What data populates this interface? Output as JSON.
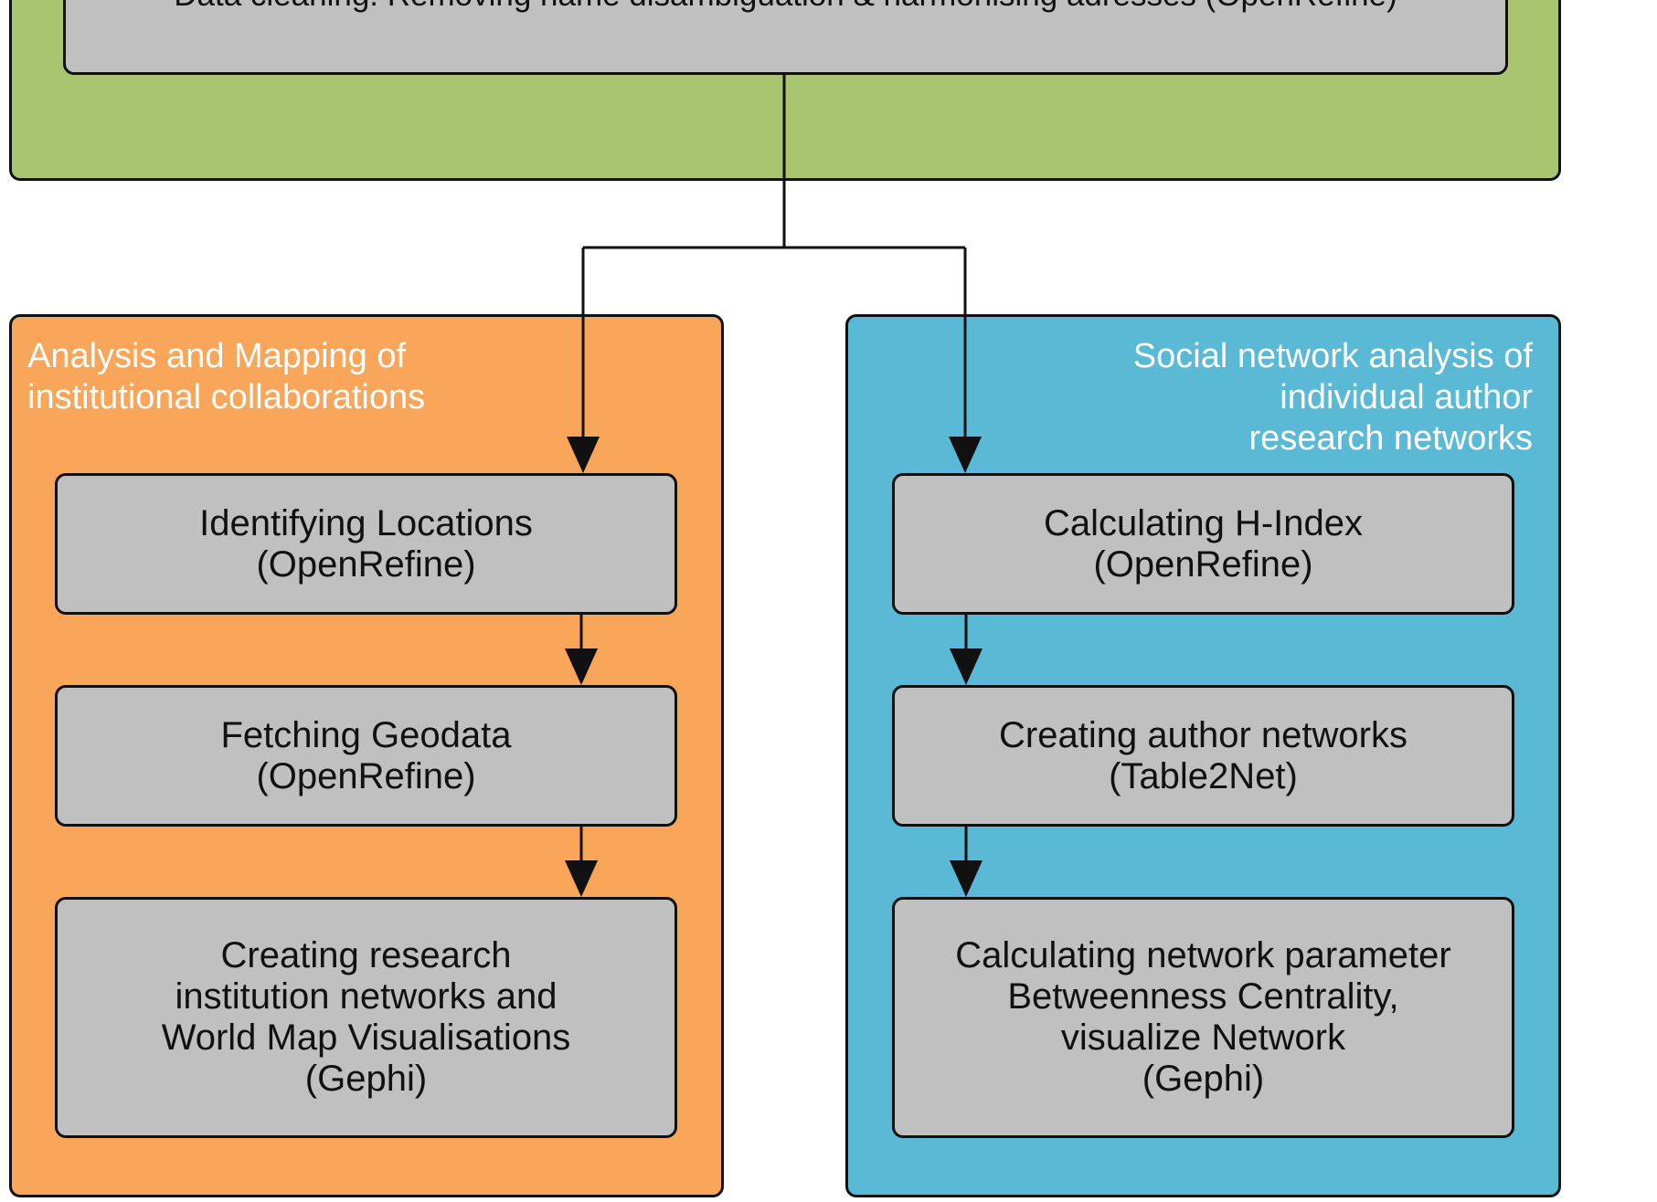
{
  "diagram": {
    "top_step": {
      "label": "Data cleaning: Removing name disambiguation & harmonising adresses (OpenRefine)"
    },
    "left_branch": {
      "title": "Analysis and Mapping of\ninstitutional collaborations",
      "steps": [
        {
          "label": "Identifying Locations\n(OpenRefine)"
        },
        {
          "label": "Fetching Geodata\n(OpenRefine)"
        },
        {
          "label": "Creating research\ninstitution networks and\nWorld Map Visualisations\n(Gephi)"
        }
      ]
    },
    "right_branch": {
      "title": "Social network analysis of\nindividual author\nresearch networks",
      "steps": [
        {
          "label": "Calculating H-Index\n(OpenRefine)"
        },
        {
          "label": "Creating author networks\n(Table2Net)"
        },
        {
          "label": "Calculating network parameter\nBetweenness Centrality,\nvisualize Network\n(Gephi)"
        }
      ]
    },
    "colors": {
      "top_panel": "#a9c56f",
      "left_panel": "#f9a55a",
      "right_panel": "#5ab9d4",
      "step_box": "#c0c0c0",
      "stroke": "#111111"
    }
  }
}
